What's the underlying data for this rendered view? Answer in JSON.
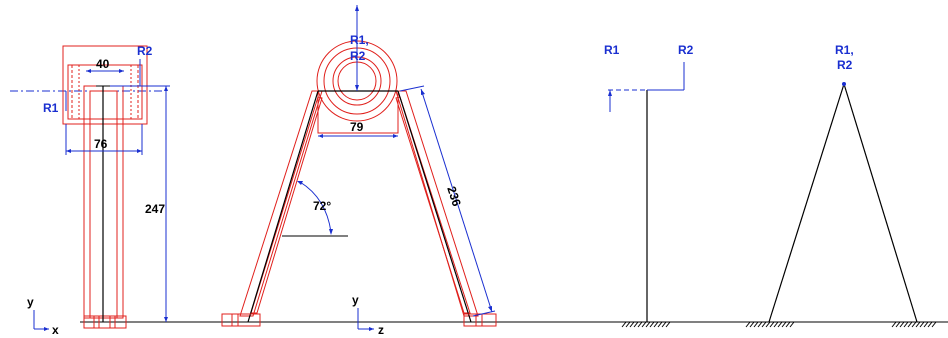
{
  "colors": {
    "outline": "#e0201c",
    "dimension": "#1a2fd0",
    "ink": "#000000",
    "background": "#ffffff"
  },
  "view_left": {
    "dim_width_top": "40",
    "dim_width_base": "76",
    "dim_height": "247",
    "label_r1": "R1",
    "label_r2": "R2",
    "axis_vertical": "y",
    "axis_horizontal": "x"
  },
  "view_middle": {
    "label_r1": "R1,",
    "label_r2": "R2",
    "dim_span": "79",
    "dim_angle": "72°",
    "dim_leg": "236",
    "axis_vertical": "y",
    "axis_horizontal": "z"
  },
  "model_right_1": {
    "label_r1": "R1",
    "label_r2": "R2"
  },
  "model_right_2": {
    "label_r1": "R1,",
    "label_r2": "R2"
  }
}
